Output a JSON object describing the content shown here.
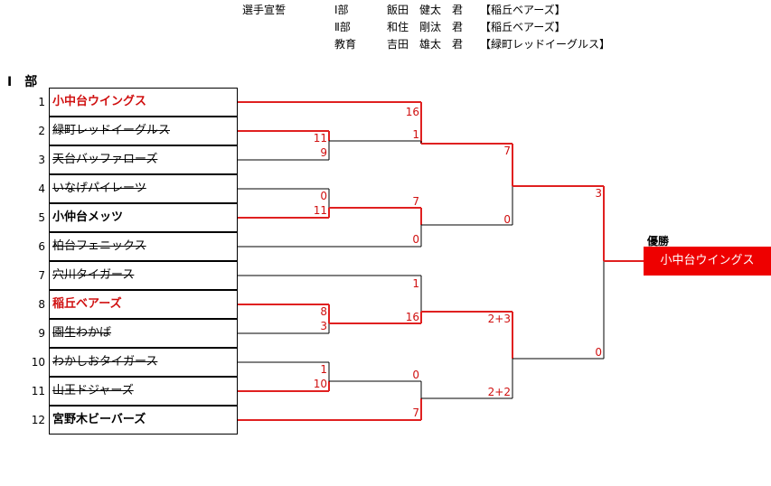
{
  "header": {
    "oath_title": "選手宣誓",
    "rows": [
      {
        "category": "Ⅰ部",
        "name": "飯田　健太　君",
        "team": "【稲丘ベアーズ】"
      },
      {
        "category": "Ⅱ部",
        "name": "和住　剛汰　君",
        "team": "【稲丘ベアーズ】"
      },
      {
        "category": "教育",
        "name": "吉田　雄太　君",
        "team": "【緑町レッドイーグルス】"
      }
    ]
  },
  "section_title": "Ⅰ　部",
  "teams": [
    {
      "no": "1",
      "name": "小中台ウイングス",
      "state": "champion"
    },
    {
      "no": "2",
      "name": "緑町レッドイーグルス",
      "state": "eliminated"
    },
    {
      "no": "3",
      "name": "天台バッファローズ",
      "state": "eliminated"
    },
    {
      "no": "4",
      "name": "いなげパイレーツ",
      "state": "eliminated"
    },
    {
      "no": "5",
      "name": "小仲台メッツ",
      "state": "active"
    },
    {
      "no": "6",
      "name": "柏台フェニックス",
      "state": "eliminated"
    },
    {
      "no": "7",
      "name": "穴川タイガース",
      "state": "eliminated"
    },
    {
      "no": "8",
      "name": "稲丘ベアーズ",
      "state": "champion"
    },
    {
      "no": "9",
      "name": "園生わかば",
      "state": "eliminated"
    },
    {
      "no": "10",
      "name": "わかしおタイガース",
      "state": "eliminated"
    },
    {
      "no": "11",
      "name": "山王ドジャーズ",
      "state": "eliminated"
    },
    {
      "no": "12",
      "name": "宮野木ビーバーズ",
      "state": "active"
    }
  ],
  "scores": {
    "r1_2v3": [
      "11",
      "9"
    ],
    "r1_4v5": [
      "0",
      "11"
    ],
    "r1_8v9": [
      "8",
      "3"
    ],
    "r1_10v11": [
      "1",
      "10"
    ],
    "r2_1": [
      "16",
      "1"
    ],
    "r2_2": [
      "7",
      "0"
    ],
    "r2_3": [
      "1",
      "16"
    ],
    "r2_4": [
      "0",
      "7"
    ],
    "semi_1": [
      "7",
      "0"
    ],
    "semi_2": [
      "2+3",
      "2+2"
    ],
    "final": [
      "3",
      "0"
    ]
  },
  "champion": {
    "label": "優勝",
    "team": "小中台ウイングス"
  },
  "colors": {
    "win_line": "#e02020",
    "lose_line": "#000000",
    "champion_bg": "#ee0000"
  }
}
